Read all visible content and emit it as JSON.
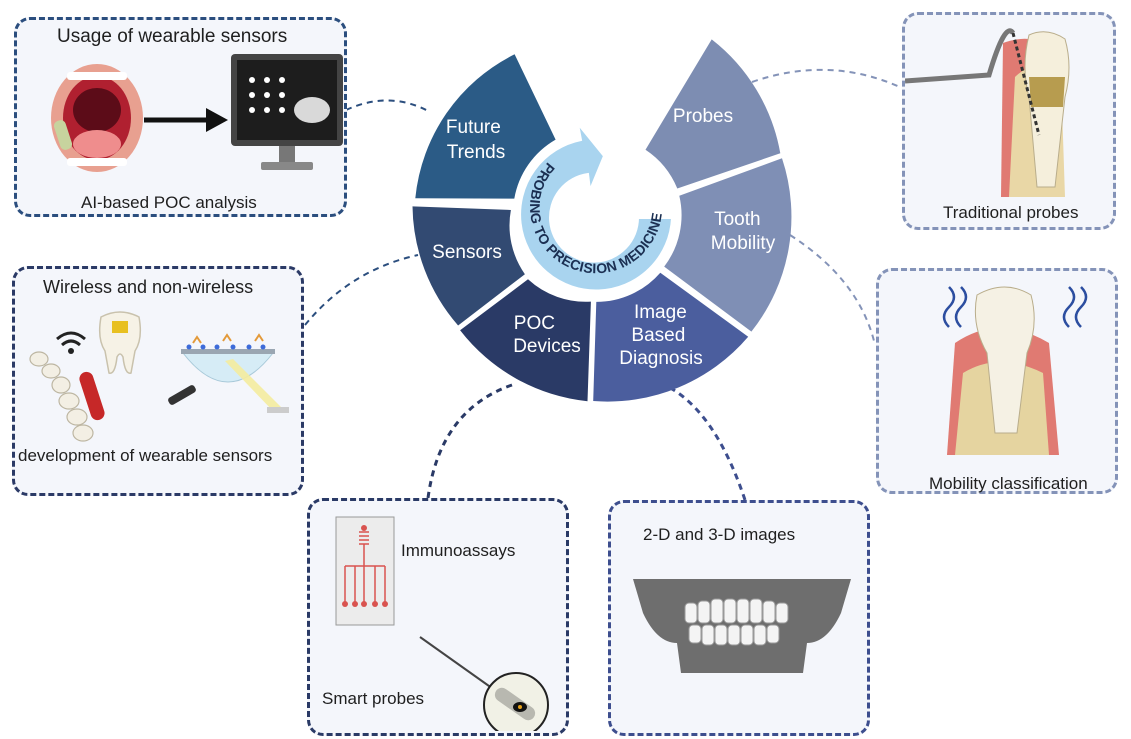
{
  "center": {
    "ring_text": "PROBING TO PRECISION MEDICINE",
    "segments": {
      "future_trends": [
        "Future",
        "Trends"
      ],
      "sensors": [
        "Sensors"
      ],
      "poc_devices": [
        "POC",
        "Devices"
      ],
      "image_based": [
        "Image",
        "Based",
        "Diagnosis"
      ],
      "tooth_mobility": [
        "Tooth",
        "Mobility"
      ],
      "probes": [
        "Probes"
      ]
    }
  },
  "panels": {
    "wearable_usage": {
      "title": "Usage of wearable sensors",
      "caption": "AI-based POC analysis"
    },
    "wireless": {
      "title": "Wireless and non-wireless",
      "caption": "development of wearable sensors"
    },
    "smart": {
      "title": "Immunoassays",
      "caption": "Smart probes"
    },
    "imaging": {
      "title": "2-D and 3-D images"
    },
    "traditional": {
      "caption": "Traditional probes"
    },
    "mobility": {
      "caption": "Mobility classification"
    }
  },
  "colors": {
    "future_trends": "#2b5b86",
    "sensors": "#324a72",
    "poc_devices": "#2a3a66",
    "image_based": "#4b5e9e",
    "tooth_mobility": "#7f8fb5",
    "probes": "#7d8db2",
    "ring": "#a9d4ef"
  }
}
